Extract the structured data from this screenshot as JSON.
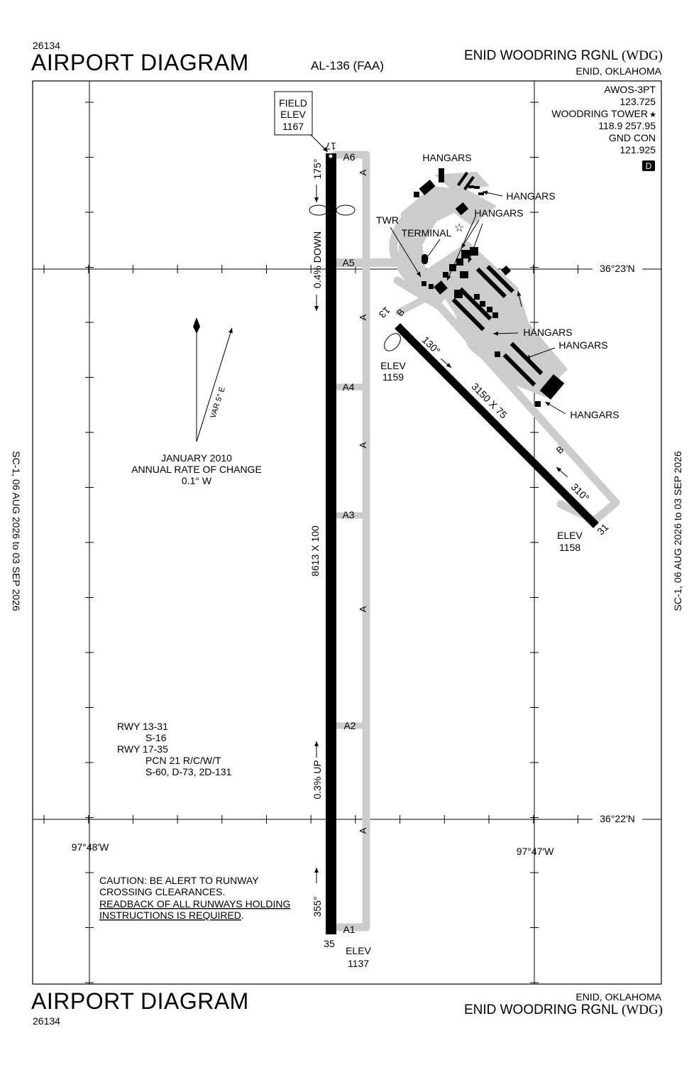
{
  "header": {
    "proc_number": "26134",
    "title": "AIRPORT DIAGRAM",
    "chart_id": "AL-136 (FAA)",
    "airport_name": "ENID WOODRING RGNL",
    "airport_code": "(WDG)",
    "city_state": "ENID, OKLAHOMA"
  },
  "footer": {
    "title": "AIRPORT DIAGRAM",
    "proc_number": "26134",
    "city_state": "ENID, OKLAHOMA",
    "airport_name": "ENID WOODRING RGNL",
    "airport_code": "(WDG)"
  },
  "side_margin": {
    "left": "SC-1,  06 AUG 2026  to  03 SEP 2026",
    "right": "SC-1,  06 AUG 2026  to  03 SEP 2026"
  },
  "comms": {
    "awos": "AWOS-3PT",
    "awos_freq": "123.725",
    "tower": "WOODRING TOWER",
    "tower_freq": "118.9 257.95",
    "gnd": "GND CON",
    "gnd_freq": "121.925",
    "badge": "D"
  },
  "field_elev": {
    "label1": "FIELD",
    "label2": "ELEV",
    "value": "1167"
  },
  "coords": {
    "lat_north": "36°23′N",
    "lat_south": "36°22′N",
    "lon_west": "97°48′W",
    "lon_east": "97°47′W"
  },
  "magvar": {
    "var_label": "VAR 5° E",
    "date": "JANUARY 2010",
    "rate_label": "ANNUAL RATE OF CHANGE",
    "rate": "0.1° W"
  },
  "runway_17_35": {
    "end_north": "17",
    "end_south": "35",
    "hdg_south": "175°",
    "hdg_north": "355°",
    "slope_down": "0.4% DOWN",
    "slope_up": "0.3% UP",
    "dims": "8613 X 100",
    "elev_label": "ELEV",
    "elev_south": "1137"
  },
  "runway_13_31": {
    "end_nw": "13",
    "end_se": "31",
    "hdg_se": "130°",
    "hdg_nw": "310°",
    "dims": "3150 X 75",
    "elev_label": "ELEV",
    "elev_nw": "1159",
    "elev_se": "1158"
  },
  "taxiways": {
    "a6": "A6",
    "a5": "A5",
    "a4": "A4",
    "a3": "A3",
    "a2": "A2",
    "a1": "A1",
    "a": "A",
    "b": "B"
  },
  "labels": {
    "hangars": "HANGARS",
    "twr": "TWR",
    "terminal": "TERMINAL"
  },
  "runway_info": {
    "line1": "RWY 13-31",
    "line2": "S-16",
    "line3": "RWY 17-35",
    "line4": "PCN 21 R/C/W/T",
    "line5": "S-60, D-73, 2D-131"
  },
  "caution": {
    "line1": "CAUTION: BE ALERT TO RUNWAY",
    "line2": "CROSSING CLEARANCES.",
    "line3": "READBACK OF ALL RUNWAYS HOLDING",
    "line4": "INSTRUCTIONS IS REQUIRED",
    "line4_end": "."
  }
}
